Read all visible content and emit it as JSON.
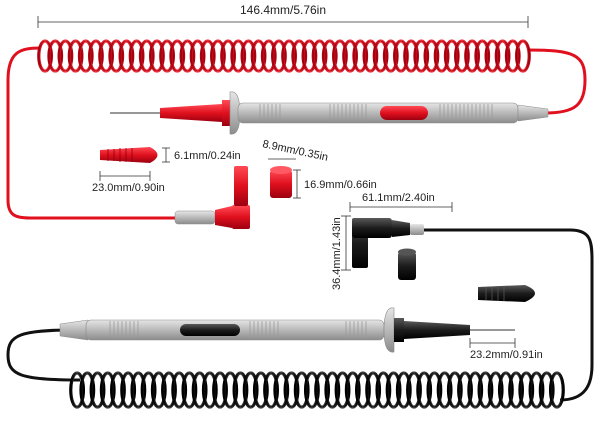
{
  "colors": {
    "red_lead": "#e0101e",
    "red_dark": "#a80010",
    "black_lead": "#111111",
    "silver": "#c4c4c4",
    "silver_dark": "#8a8a8a",
    "dim_line": "#333333"
  },
  "dimensions": {
    "coil_length": "146.4mm/5.76in",
    "sheath_width": "6.1mm/0.24in",
    "sheath_length": "23.0mm/0.90in",
    "cap_diameter": "8.9mm/0.35in",
    "cap_length": "16.9mm/0.66in",
    "plug_length": "61.1mm/2.40in",
    "plug_height": "36.4mm/1.43in",
    "tip_length": "23.2mm/0.91in"
  }
}
